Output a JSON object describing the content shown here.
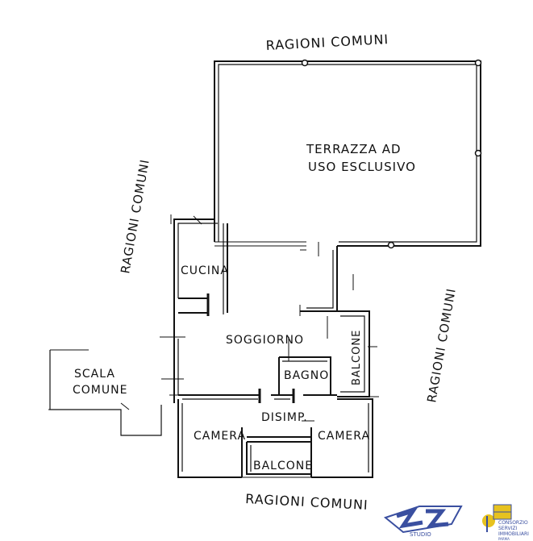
{
  "labels": {
    "ragioni_comuni_top": "RAGIONI COMUNI",
    "ragioni_comuni_left": "RAGIONI COMUNI",
    "ragioni_comuni_right": "RAGIONI COMUNI",
    "ragioni_comuni_bottom": "RAGIONI COMUNI",
    "terrazza_line1": "TERRAZZA AD",
    "terrazza_line2": "USO ESCLUSIVO",
    "cucina": "CUCINA",
    "soggiorno": "SOGGIORNO",
    "bagno": "BAGNO",
    "balcone_right": "BALCONE",
    "scala_line1": "SCALA",
    "scala_line2": "COMUNE",
    "disimp": "DISIMP.",
    "camera_left": "CAMERA",
    "camera_right": "CAMERA",
    "balcone_bottom": "BALCONE"
  },
  "logos": {
    "studio_logo_text": "STUDIO",
    "consorzio_line1": "CONSORZIO",
    "consorzio_line2": "SERVIZI",
    "consorzio_line3": "IMMOBILIARI",
    "consorzio_city": "PARMA",
    "brand_blue": "#3a4fa0",
    "brand_yellow": "#e7c21f"
  }
}
